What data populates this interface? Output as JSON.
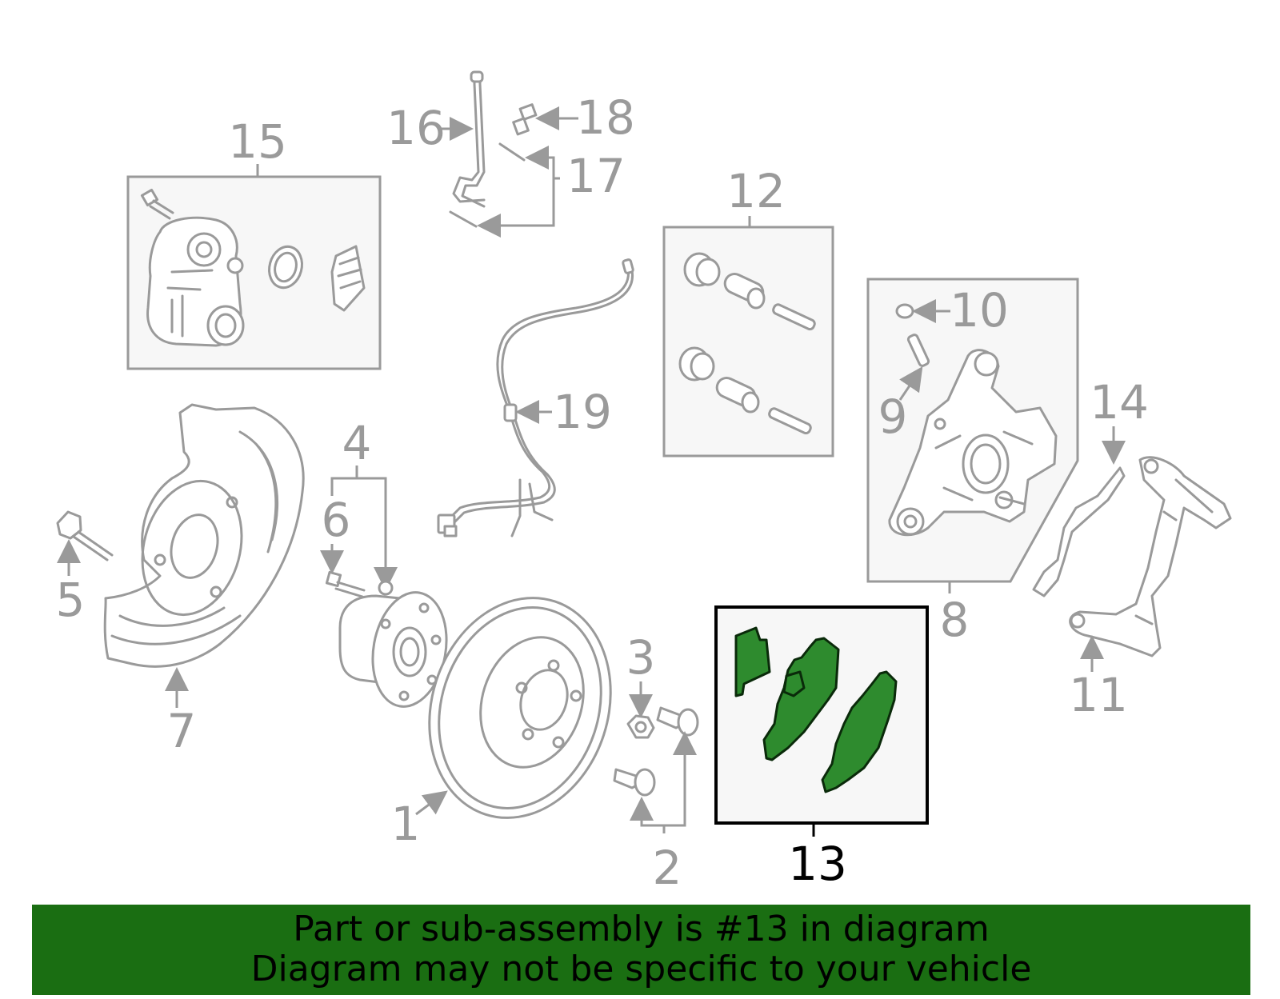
{
  "callouts": {
    "c1": "1",
    "c2": "2",
    "c3": "3",
    "c4": "4",
    "c5": "5",
    "c6": "6",
    "c7": "7",
    "c8": "8",
    "c9": "9",
    "c10": "10",
    "c11": "11",
    "c12": "12",
    "c13": "13",
    "c14": "14",
    "c15": "15",
    "c16": "16",
    "c17": "17",
    "c18": "18",
    "c19": "19"
  },
  "highlighted_part": "13",
  "colors": {
    "highlight_fill": "#2e8b2e",
    "banner_bg": "#1a6e12",
    "line_gray": "#9a9a9a"
  },
  "banner": {
    "line1": "Part or sub-assembly is #13 in diagram",
    "line2": "Diagram may not be specific to your vehicle"
  }
}
